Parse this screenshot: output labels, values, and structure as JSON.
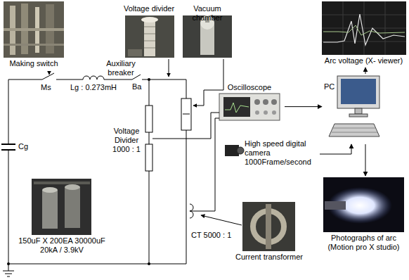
{
  "diagram": {
    "nodes": [
      {
        "text": [
          "Making switch"
        ]
      },
      {
        "text": [
          "Voltage divider"
        ]
      },
      {
        "text": [
          "Vacuum chamber"
        ]
      },
      {
        "text": [
          "Arc voltage (X- viewer)"
        ]
      },
      {
        "text": [
          "Oscilloscope"
        ]
      },
      {
        "text": [
          "PC"
        ]
      },
      {
        "text": [
          "High speed digital camera 1000Frame/second"
        ]
      },
      {
        "text": [
          "150uF X 200EA 30000uF 20kA / 3.9kV"
        ]
      },
      {
        "text": [
          "Current transformer"
        ]
      },
      {
        "text": [
          "Photographs of arc (Motion pro X studio)"
        ]
      }
    ],
    "edges": [
      {
        "from": 4,
        "to": 5,
        "arrow": "to"
      },
      {
        "from": 5,
        "to": 3,
        "arrow": "to"
      },
      {
        "from": 5,
        "to": 9,
        "arrow": "to"
      },
      {
        "from": 6,
        "to": 5,
        "arrow": "to"
      }
    ],
    "labels": [
      "Ms",
      "Lg : 0.273mH",
      "Auxiliary breaker",
      "Ba",
      "Voltage Divider 1000 : 1",
      "Cg",
      "CT 5000 : 1"
    ]
  }
}
